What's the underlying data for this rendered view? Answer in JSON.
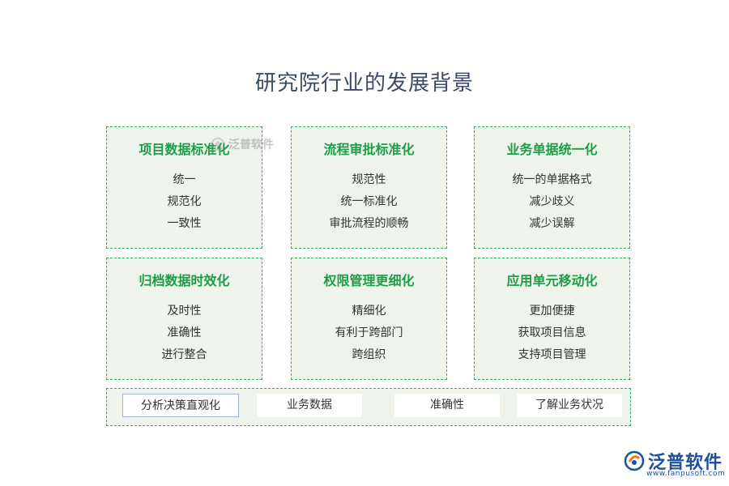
{
  "title": "研究院行业的发展背景",
  "cards": [
    {
      "heading": "项目数据标准化",
      "items": [
        "统一",
        "规范化",
        "一致性"
      ]
    },
    {
      "heading": "流程审批标准化",
      "items": [
        "规范性",
        "统一标准化",
        "审批流程的顺畅"
      ]
    },
    {
      "heading": "业务单据统一化",
      "items": [
        "统一的单据格式",
        "减少歧义",
        "减少误解"
      ]
    },
    {
      "heading": "归档数据时效化",
      "items": [
        "及时性",
        "准确性",
        "进行整合"
      ]
    },
    {
      "heading": "权限管理更细化",
      "items": [
        "精细化",
        "有利于跨部门",
        "跨组织"
      ]
    },
    {
      "heading": "应用单元移动化",
      "items": [
        "更加便捷",
        "获取项目信息",
        "支持项目管理"
      ]
    }
  ],
  "bottom_chips": [
    "分析决策直观化",
    "业务数据",
    "准确性",
    "了解业务状况"
  ],
  "watermark": {
    "text": "泛普软件",
    "icon": "fanpu-logo-icon"
  },
  "logo": {
    "text": "泛普软件",
    "url": "www.fanpusoft.com",
    "icon": "fanpu-logo-icon"
  },
  "colors": {
    "accent": "#1f9d46",
    "border": "#2fae5f",
    "card_bg": "#eef3ec",
    "title": "#3a4a66",
    "logo": "#1d4f9a"
  }
}
